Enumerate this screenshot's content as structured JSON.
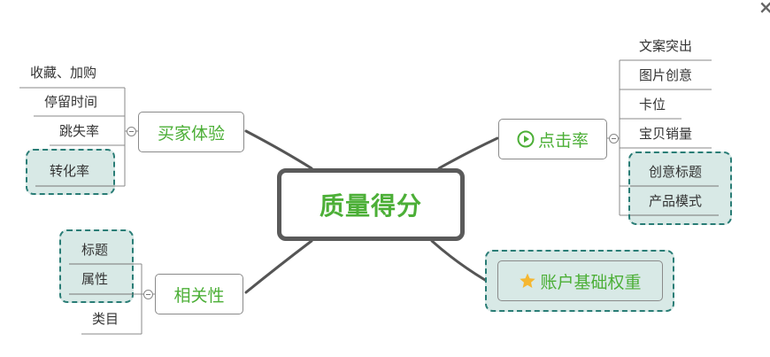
{
  "center_topic": "质量得分",
  "branches": {
    "buyer": {
      "label": "买家体验",
      "children": [
        "收藏、加购",
        "停留时间",
        "跳失率",
        "转化率"
      ]
    },
    "ctr": {
      "label": "点击率",
      "icon": "play-circle-icon",
      "children": [
        "文案突出",
        "图片创意",
        "卡位",
        "宝贝销量",
        "创意标题",
        "产品模式"
      ]
    },
    "relevance": {
      "label": "相关性",
      "children": [
        "标题",
        "属性",
        "类目"
      ]
    },
    "account": {
      "label": "账户基础权重",
      "icon": "star-icon"
    }
  },
  "close_glyph": "×",
  "colors": {
    "topic_text": "#4caf37",
    "highlight_fill": "#d8e9e6",
    "highlight_border": "#2a7d76",
    "connector": "#555555",
    "star": "#f5b731"
  }
}
